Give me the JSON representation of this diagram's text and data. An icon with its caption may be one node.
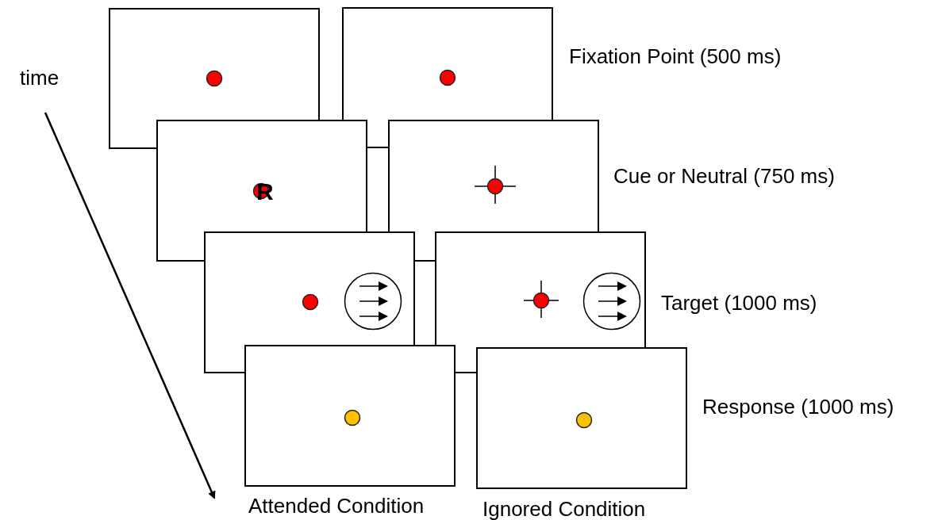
{
  "diagram": {
    "labels": [
      "time",
      "Fixation Point (500 ms)",
      "Cue or Neutral (750 ms)",
      "R",
      "Target (1000 ms)",
      "Response (1000 ms)",
      "Attended Condition",
      "Ignored Condition"
    ]
  }
}
